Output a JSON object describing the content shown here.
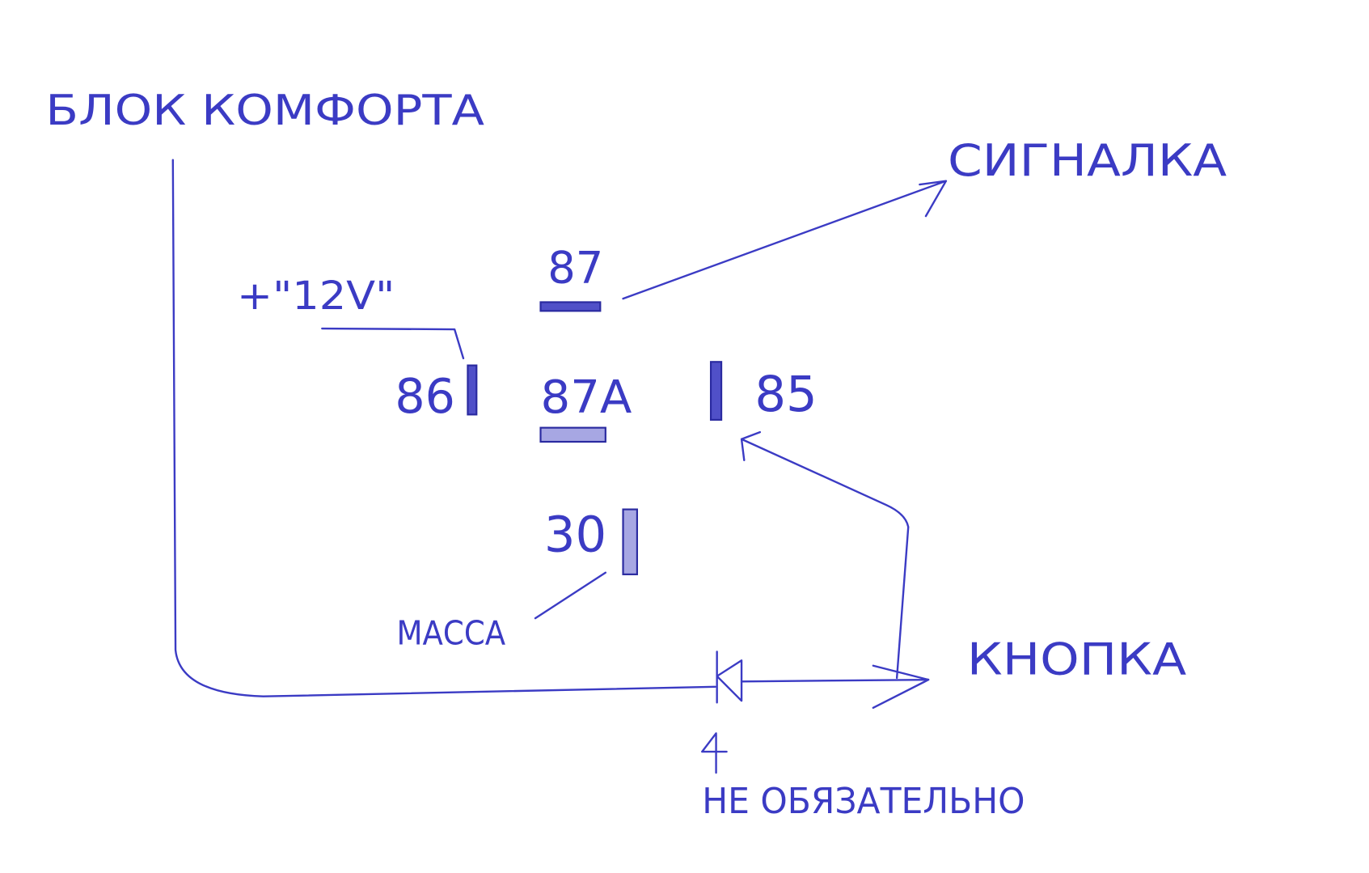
{
  "diagram": {
    "labels": {
      "comfort_block": "БЛОК КОМФОРТА",
      "alarm": "СИГНАЛКА",
      "plus_12v": "+\"12V\"",
      "pin_87": "87",
      "pin_86": "86",
      "pin_87a": "87A",
      "pin_85": "85",
      "pin_30": "30",
      "ground": "МАССА",
      "button": "КНОПКА",
      "optional": "НЕ ОБЯЗАТЕЛЬНО"
    },
    "ink_color": "#3b3bc4"
  }
}
